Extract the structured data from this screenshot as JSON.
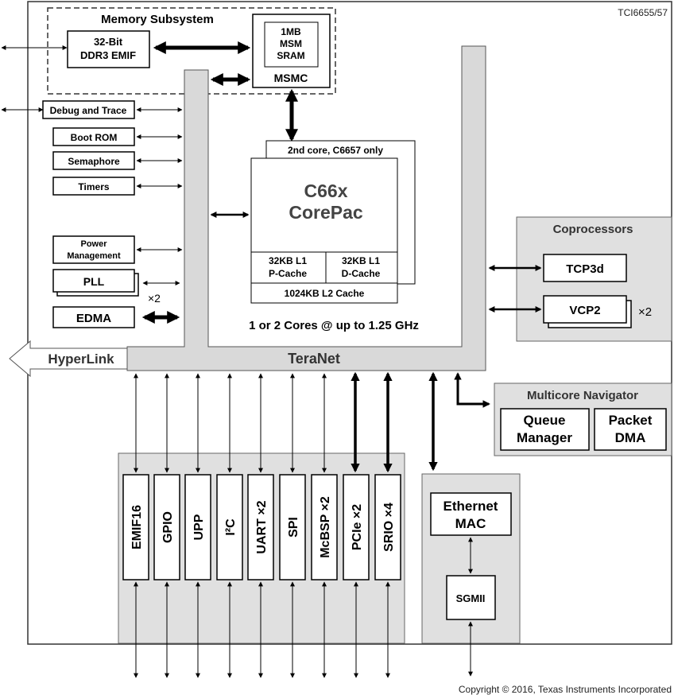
{
  "doc_id": "TCI6655/57",
  "copyright": "Copyright © 2016, Texas Instruments Incorporated",
  "memory_subsystem": {
    "title": "Memory Subsystem",
    "ddr3_line1": "32-Bit",
    "ddr3_line2": "DDR3 EMIF",
    "msm_line1": "1MB",
    "msm_line2": "MSM",
    "msm_line3": "SRAM",
    "msmc": "MSMC"
  },
  "left_blocks": {
    "debug": "Debug and Trace",
    "boot_rom": "Boot ROM",
    "semaphore": "Semaphore",
    "timers": "Timers",
    "power_line1": "Power",
    "power_line2": "Management",
    "pll": "PLL",
    "pll_mult": "×2",
    "edma": "EDMA"
  },
  "core": {
    "second_core": "2nd core,  C6657 only",
    "title_line1": "C66x",
    "title_line2": "CorePac",
    "l1p_line1": "32KB L1",
    "l1p_line2": "P-Cache",
    "l1d_line1": "32KB L1",
    "l1d_line2": "D-Cache",
    "l2": "1024KB L2 Cache",
    "cores_caption": "1 or 2 Cores @ up to 1.25 GHz"
  },
  "coprocessors": {
    "title": "Coprocessors",
    "tcp3d": "TCP3d",
    "vcp2": "VCP2",
    "vcp2_mult": "×2"
  },
  "interconnect": {
    "hyperlink": "HyperLink",
    "teranet": "TeraNet"
  },
  "navigator": {
    "title": "Multicore Navigator",
    "queue_line1": "Queue",
    "queue_line2": "Manager",
    "packet_line1": "Packet",
    "packet_line2": "DMA"
  },
  "peripherals": [
    {
      "label": "EMIF16"
    },
    {
      "label": "GPIO"
    },
    {
      "label": "UPP"
    },
    {
      "label": "I²C"
    },
    {
      "label": "UART ×2"
    },
    {
      "label": "SPI"
    },
    {
      "label": "McBSP ×2"
    },
    {
      "label": "PCIe ×2"
    },
    {
      "label": "SRIO ×4"
    }
  ],
  "ethernet": {
    "mac_line1": "Ethernet",
    "mac_line2": "MAC",
    "sgmii": "SGMII"
  }
}
